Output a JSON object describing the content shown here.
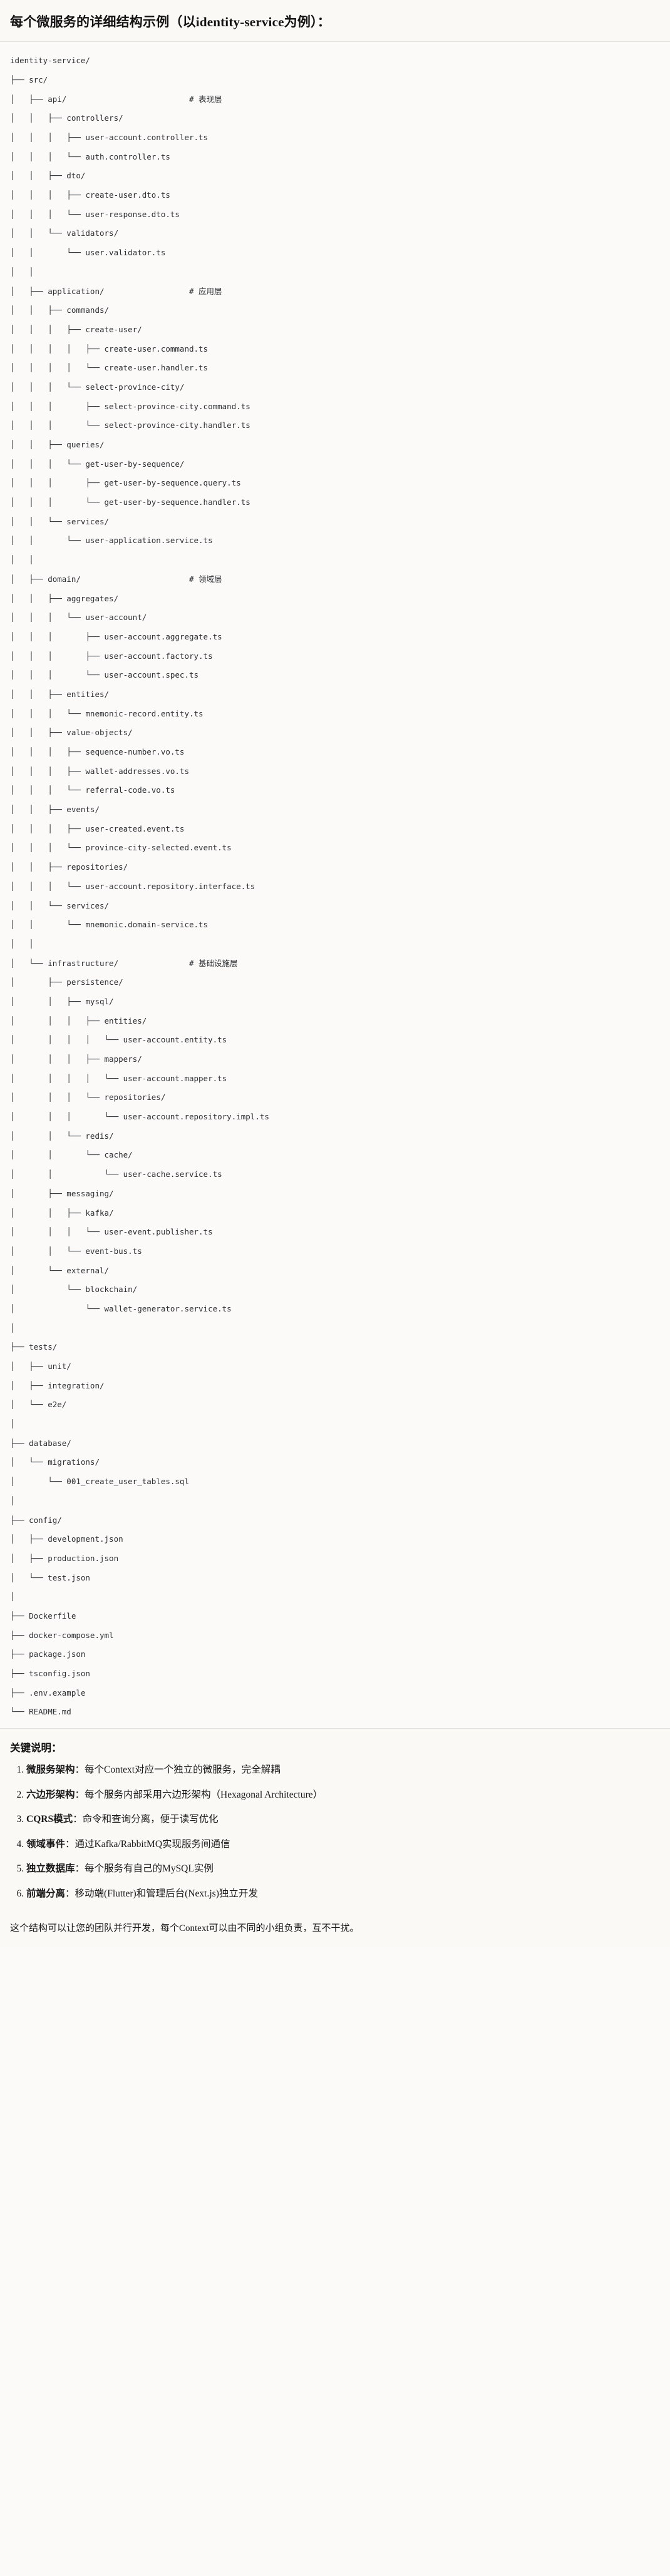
{
  "header": {
    "title": "每个微服务的详细结构示例（以identity-service为例）："
  },
  "tree": {
    "root": "identity-service/",
    "lines": [
      "identity-service/",
      "├── src/",
      "│   ├── api/                          # 表现层",
      "│   │   ├── controllers/",
      "│   │   │   ├── user-account.controller.ts",
      "│   │   │   └── auth.controller.ts",
      "│   │   ├── dto/",
      "│   │   │   ├── create-user.dto.ts",
      "│   │   │   └── user-response.dto.ts",
      "│   │   └── validators/",
      "│   │       └── user.validator.ts",
      "│   │",
      "│   ├── application/                  # 应用层",
      "│   │   ├── commands/",
      "│   │   │   ├── create-user/",
      "│   │   │   │   ├── create-user.command.ts",
      "│   │   │   │   └── create-user.handler.ts",
      "│   │   │   └── select-province-city/",
      "│   │   │       ├── select-province-city.command.ts",
      "│   │   │       └── select-province-city.handler.ts",
      "│   │   ├── queries/",
      "│   │   │   └── get-user-by-sequence/",
      "│   │   │       ├── get-user-by-sequence.query.ts",
      "│   │   │       └── get-user-by-sequence.handler.ts",
      "│   │   └── services/",
      "│   │       └── user-application.service.ts",
      "│   │",
      "│   ├── domain/                       # 领域层",
      "│   │   ├── aggregates/",
      "│   │   │   └── user-account/",
      "│   │   │       ├── user-account.aggregate.ts",
      "│   │   │       ├── user-account.factory.ts",
      "│   │   │       └── user-account.spec.ts",
      "│   │   ├── entities/",
      "│   │   │   └── mnemonic-record.entity.ts",
      "│   │   ├── value-objects/",
      "│   │   │   ├── sequence-number.vo.ts",
      "│   │   │   ├── wallet-addresses.vo.ts",
      "│   │   │   └── referral-code.vo.ts",
      "│   │   ├── events/",
      "│   │   │   ├── user-created.event.ts",
      "│   │   │   └── province-city-selected.event.ts",
      "│   │   ├── repositories/",
      "│   │   │   └── user-account.repository.interface.ts",
      "│   │   └── services/",
      "│   │       └── mnemonic.domain-service.ts",
      "│   │",
      "│   └── infrastructure/               # 基础设施层",
      "│       ├── persistence/",
      "│       │   ├── mysql/",
      "│       │   │   ├── entities/",
      "│       │   │   │   └── user-account.entity.ts",
      "│       │   │   ├── mappers/",
      "│       │   │   │   └── user-account.mapper.ts",
      "│       │   │   └── repositories/",
      "│       │   │       └── user-account.repository.impl.ts",
      "│       │   └── redis/",
      "│       │       └── cache/",
      "│       │           └── user-cache.service.ts",
      "│       ├── messaging/",
      "│       │   ├── kafka/",
      "│       │   │   └── user-event.publisher.ts",
      "│       │   └── event-bus.ts",
      "│       └── external/",
      "│           └── blockchain/",
      "│               └── wallet-generator.service.ts",
      "│",
      "├── tests/",
      "│   ├── unit/",
      "│   ├── integration/",
      "│   └── e2e/",
      "│",
      "├── database/",
      "│   └── migrations/",
      "│       └── 001_create_user_tables.sql",
      "│",
      "├── config/",
      "│   ├── development.json",
      "│   ├── production.json",
      "│   └── test.json",
      "│",
      "├── Dockerfile",
      "├── docker-compose.yml",
      "├── package.json",
      "├── tsconfig.json",
      "├── .env.example",
      "└── README.md"
    ],
    "comments": [
      "# 表现层",
      "# 应用层",
      "# 领域层",
      "# 基础设施层"
    ]
  },
  "keypoints": {
    "title": "关键说明：",
    "items": [
      {
        "term": "微服务架构",
        "sep": "：",
        "desc": "每个Context对应一个独立的微服务，完全解耦"
      },
      {
        "term": "六边形架构",
        "sep": "：",
        "desc": "每个服务内部采用六边形架构（Hexagonal Architecture）"
      },
      {
        "term": "CQRS模式",
        "sep": "：",
        "desc": "命令和查询分离，便于读写优化"
      },
      {
        "term": "领域事件",
        "sep": "：",
        "desc": "通过Kafka/RabbitMQ实现服务间通信"
      },
      {
        "term": "独立数据库",
        "sep": "：",
        "desc": "每个服务有自己的MySQL实例"
      },
      {
        "term": "前端分离",
        "sep": "：",
        "desc": "移动端(Flutter)和管理后台(Next.js)独立开发"
      }
    ]
  },
  "closing": {
    "text": "这个结构可以让您的团队并行开发，每个Context可以由不同的小组负责，互不干扰。"
  },
  "colors": {
    "page_bg": "#fbfaf8",
    "panel_bg": "#faf9f6",
    "text": "#1a1a1a",
    "mono_text": "#2c2f33",
    "divider": "#e3e1dd"
  }
}
